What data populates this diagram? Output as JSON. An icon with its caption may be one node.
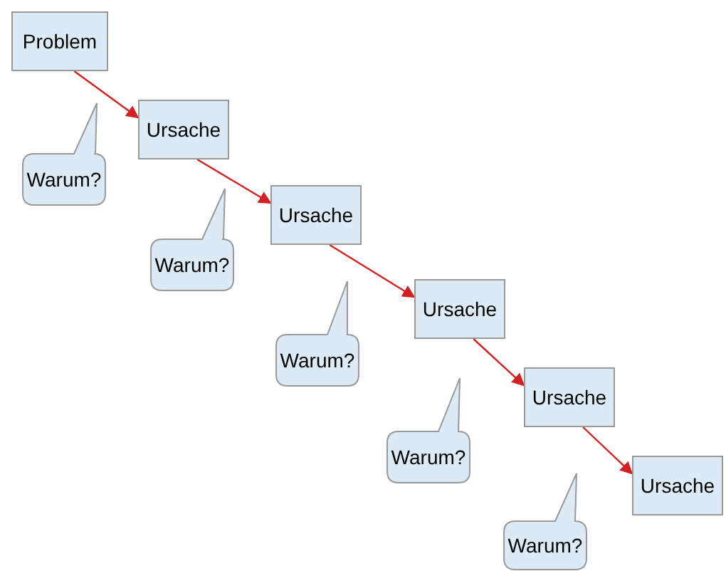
{
  "diagram": {
    "nodes": [
      {
        "text": [
          "Problem"
        ]
      },
      {
        "text": [
          "Ursache"
        ]
      },
      {
        "text": [
          "Warum?"
        ]
      },
      {
        "text": [
          "Ursache"
        ]
      },
      {
        "text": [
          "Warum?"
        ]
      },
      {
        "text": [
          "Ursache"
        ]
      },
      {
        "text": [
          "Warum?"
        ]
      },
      {
        "text": [
          "Ursache"
        ]
      },
      {
        "text": [
          "Warum?"
        ]
      },
      {
        "text": [
          "Ursache"
        ]
      },
      {
        "text": [
          "Warum?"
        ]
      }
    ],
    "edges": [
      {
        "from": 0,
        "to": 1,
        "arrow": "to"
      },
      {
        "from": 1,
        "to": 3,
        "arrow": "to"
      },
      {
        "from": 3,
        "to": 5,
        "arrow": "to"
      },
      {
        "from": 5,
        "to": 7,
        "arrow": "to"
      },
      {
        "from": 7,
        "to": 9,
        "arrow": "to"
      }
    ]
  }
}
